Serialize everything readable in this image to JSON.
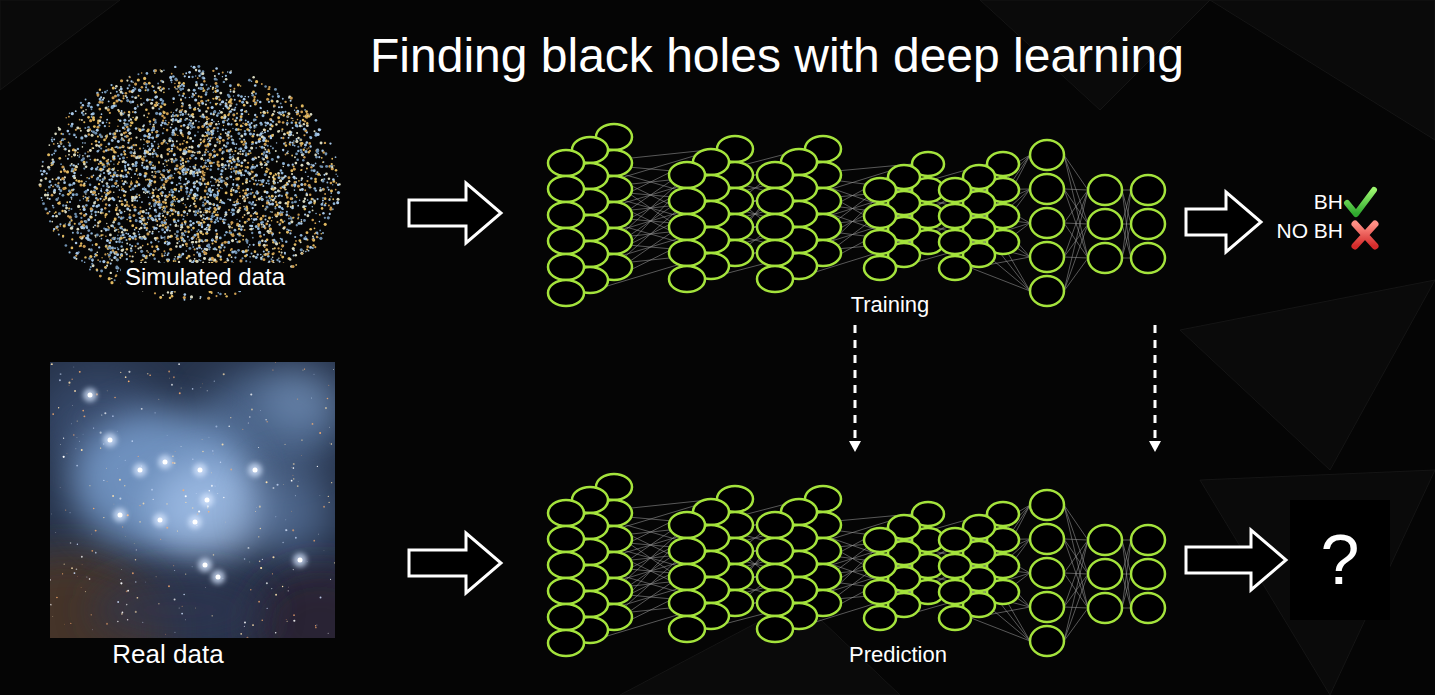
{
  "diagram": {
    "title": "Finding black holes with deep learning",
    "nodes": [
      {
        "text": [
          "Simulated data"
        ]
      },
      {
        "text": [
          "Training"
        ]
      },
      {
        "text": [
          "BH",
          "NO BH"
        ]
      },
      {
        "text": [
          "Real data"
        ]
      },
      {
        "text": [
          "Prediction"
        ]
      },
      {
        "text": [
          "?"
        ]
      }
    ],
    "edges": [
      {
        "from": 0,
        "to": 1,
        "arrow": "to"
      },
      {
        "from": 1,
        "to": 2,
        "arrow": "to"
      },
      {
        "from": 1,
        "to": 4,
        "arrow": "to"
      },
      {
        "from": 1,
        "to": 4,
        "arrow": "to"
      },
      {
        "from": 3,
        "to": 4,
        "arrow": "to"
      },
      {
        "from": 4,
        "to": 5,
        "arrow": "to"
      }
    ]
  }
}
